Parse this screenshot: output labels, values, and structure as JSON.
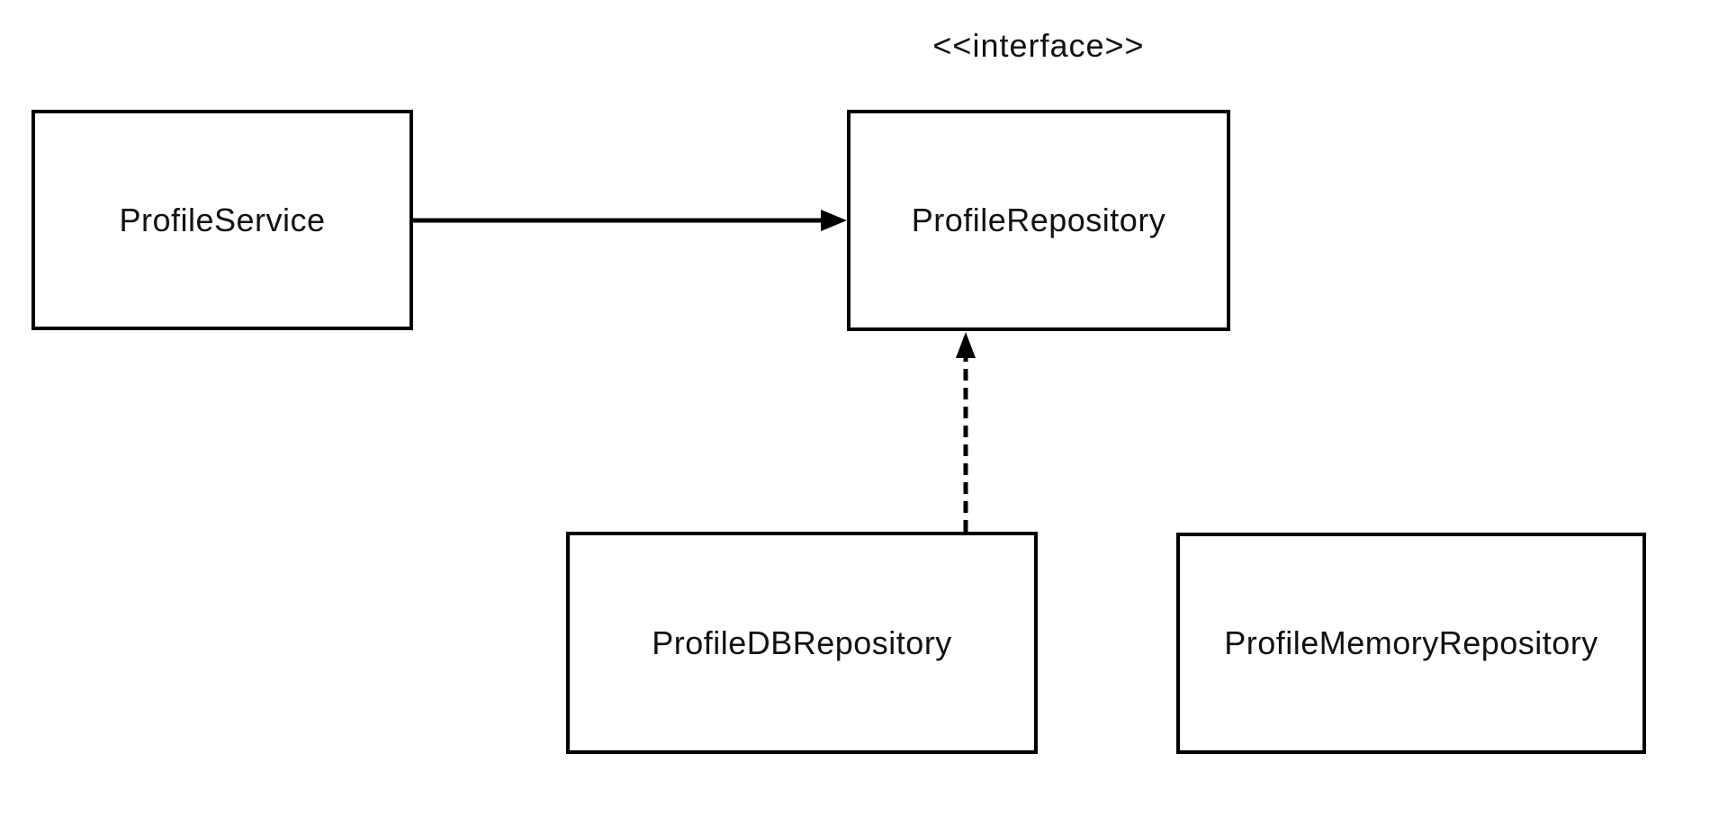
{
  "diagram": {
    "kind": "uml-class-diagram",
    "stereotype": {
      "text": "<<interface>>",
      "applies_to": "ProfileRepository"
    },
    "nodes": [
      {
        "id": "profile-service",
        "label": "ProfileService"
      },
      {
        "id": "profile-repository",
        "label": "ProfileRepository"
      },
      {
        "id": "profile-db-repository",
        "label": "ProfileDBRepository"
      },
      {
        "id": "profile-memory-repository",
        "label": "ProfileMemoryRepository"
      }
    ],
    "edges": [
      {
        "from": "ProfileService",
        "to": "ProfileRepository",
        "line": "solid",
        "arrowhead": "filled-triangle",
        "direction": "left-to-right"
      },
      {
        "from": "ProfileDBRepository",
        "to": "ProfileRepository",
        "line": "dashed",
        "arrowhead": "filled-triangle",
        "direction": "bottom-to-top"
      }
    ],
    "colors": {
      "stroke": "#000000",
      "background": "#ffffff",
      "text": "#111111"
    }
  }
}
